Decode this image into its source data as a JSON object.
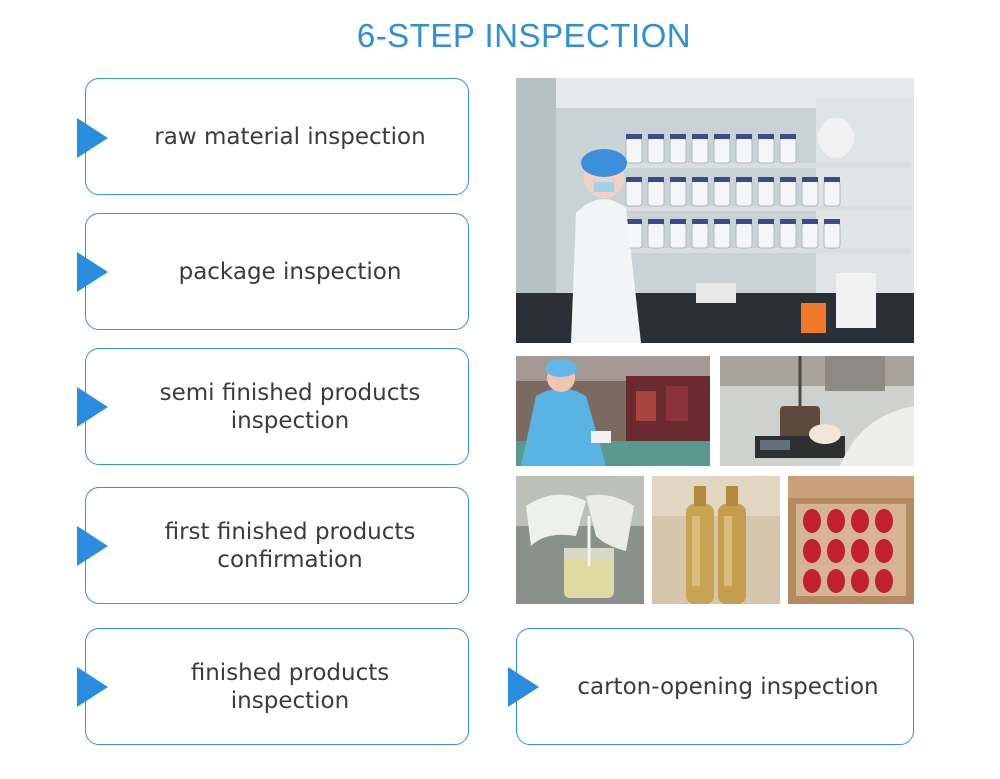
{
  "title": "6-STEP INSPECTION",
  "steps": [
    {
      "label": "raw material inspection"
    },
    {
      "label": "package inspection"
    },
    {
      "label": "semi finished products inspection"
    },
    {
      "label": "first finished products confirmation"
    },
    {
      "label": "finished products inspection"
    },
    {
      "label": "carton-opening inspection"
    }
  ],
  "colors": {
    "accent": "#2f8fd9",
    "arrow": "#2a8de0",
    "border": "#3a93d8",
    "text": "#3b3b3b"
  },
  "icons": [
    "triangle-arrow-icon"
  ]
}
